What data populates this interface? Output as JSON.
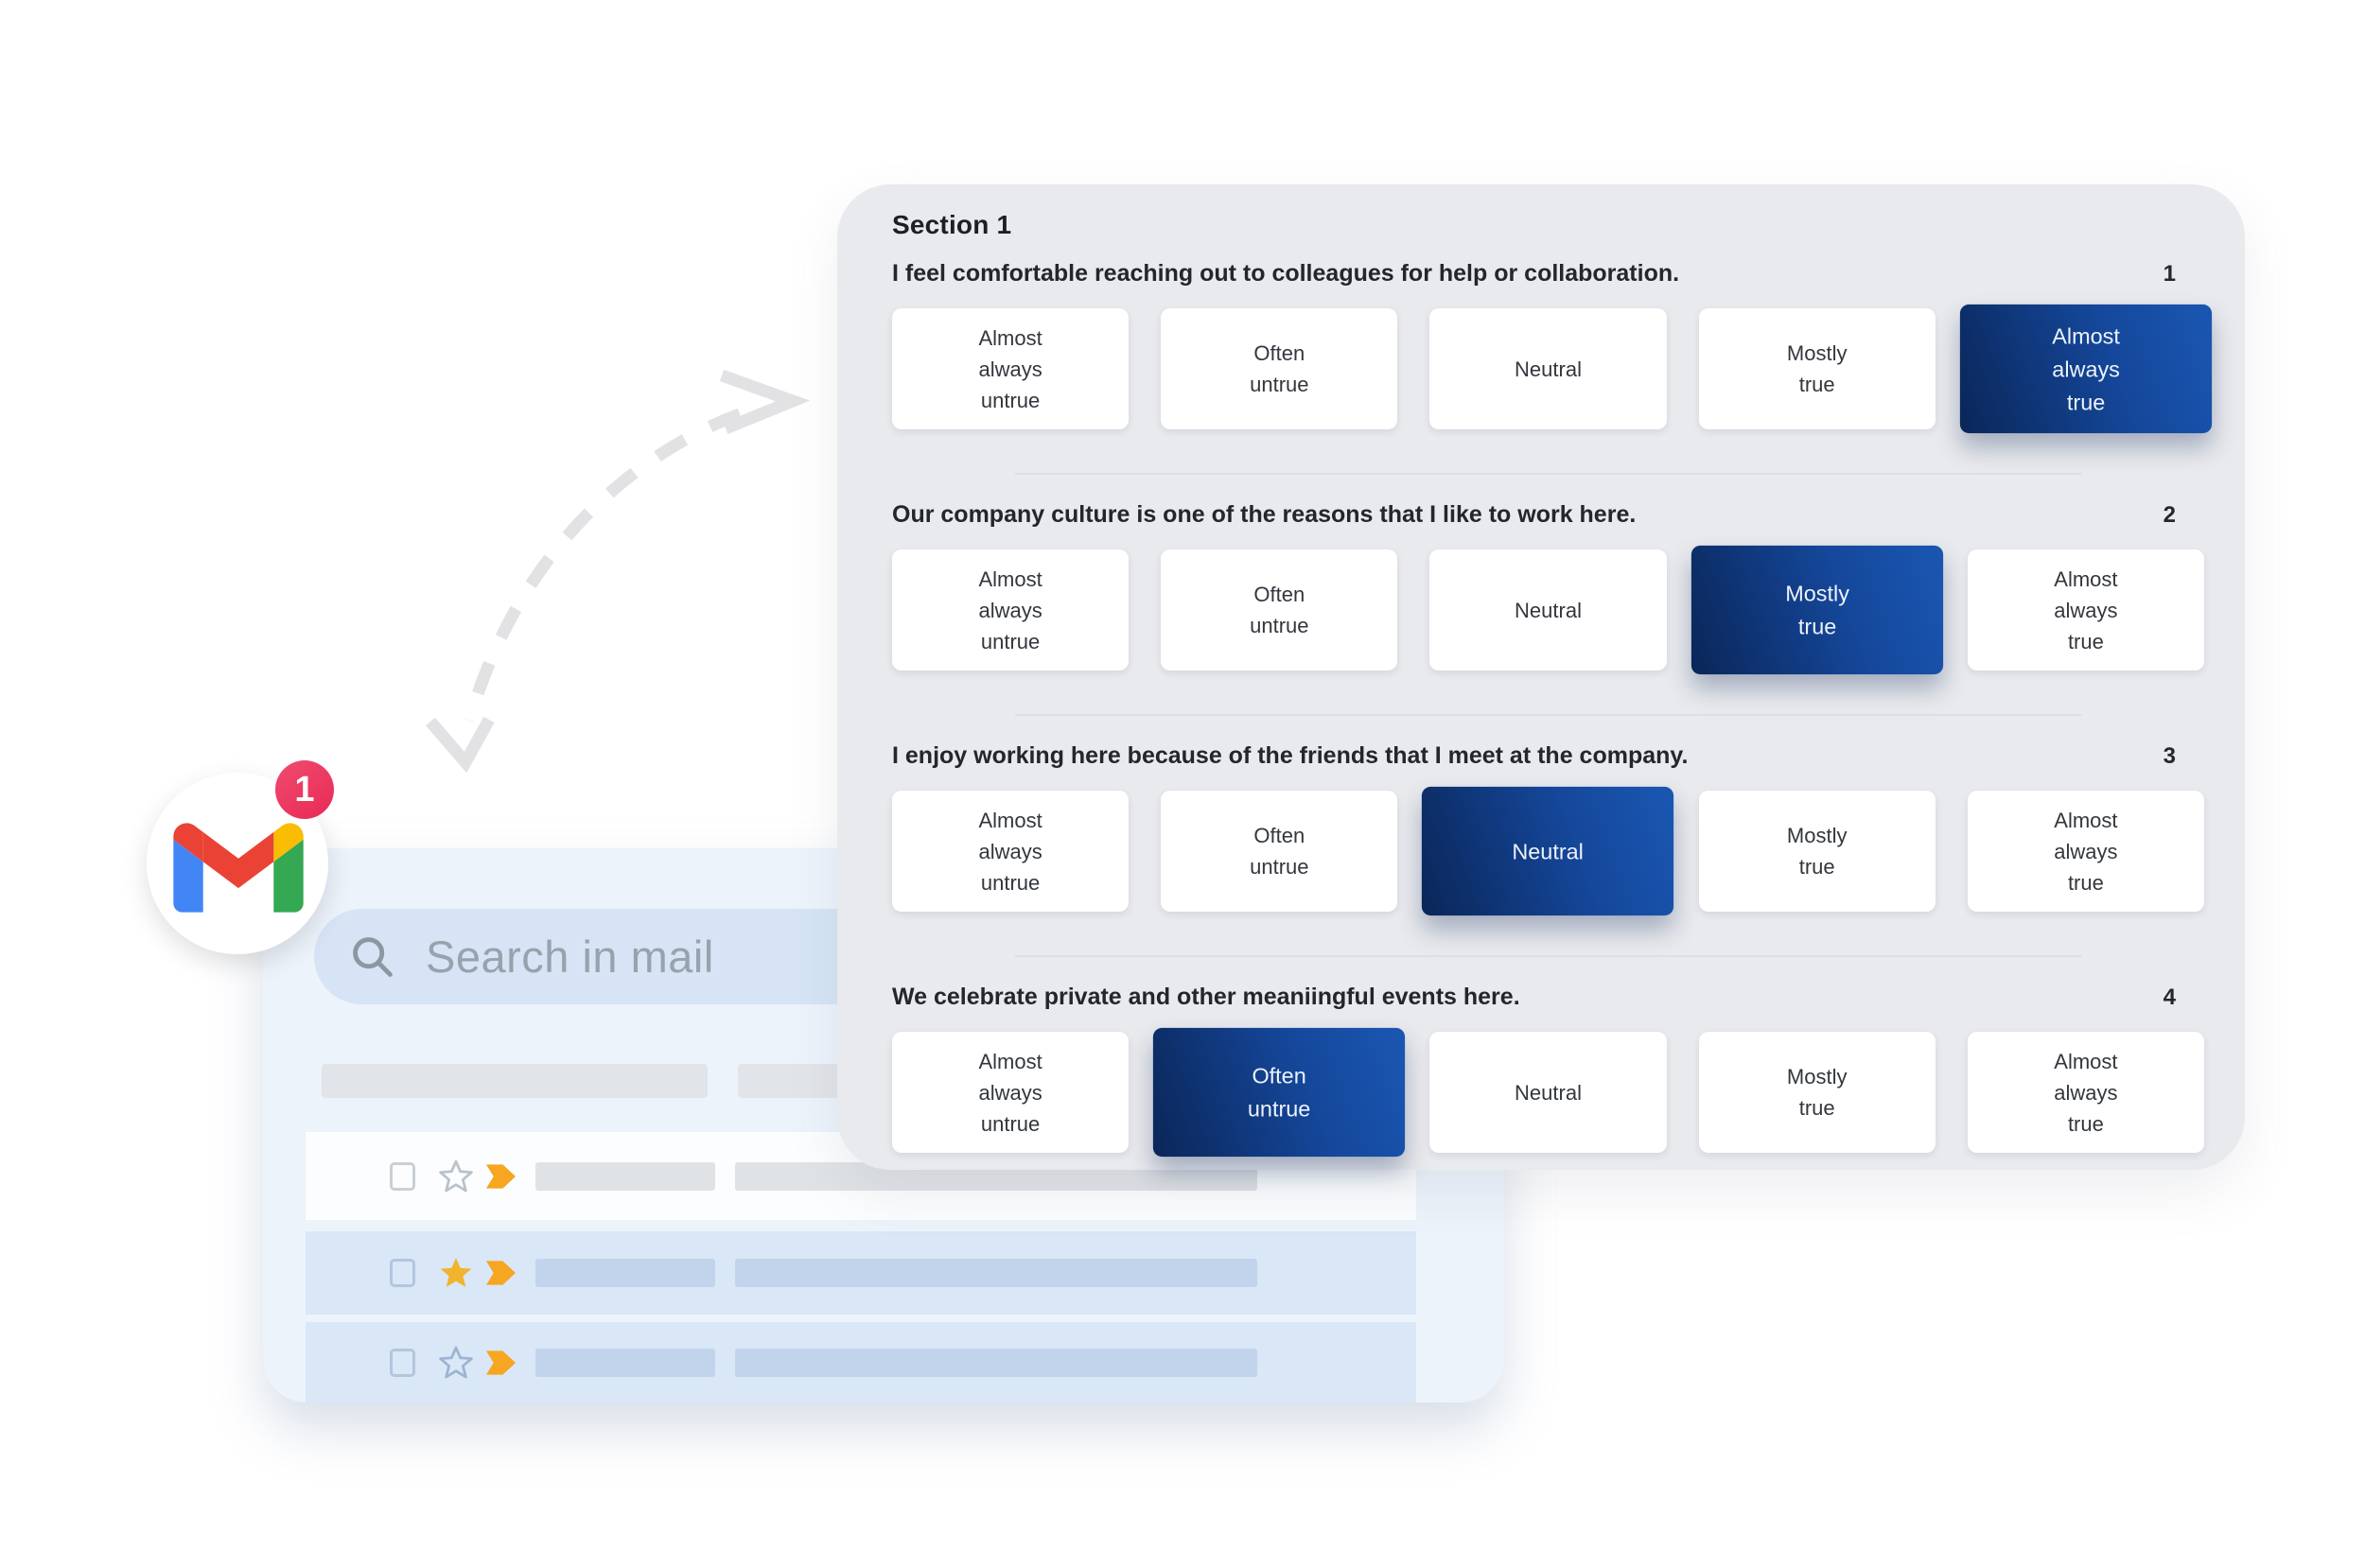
{
  "survey": {
    "section_title": "Section 1",
    "options": [
      "Almost\nalways\nuntrue",
      "Often\nuntrue",
      "Neutral",
      "Mostly\ntrue",
      "Almost\nalways\ntrue"
    ],
    "questions": [
      {
        "number": "1",
        "text": "I feel comfortable reaching out to colleagues for help or collaboration.",
        "selected_index": 4
      },
      {
        "number": "2",
        "text": "Our company culture is one of the reasons that I like to work here.",
        "selected_index": 3
      },
      {
        "number": "3",
        "text": "I enjoy working here because of the friends that I meet at the company.",
        "selected_index": 2
      },
      {
        "number": "4",
        "text": "We celebrate private and other meaniingful events here.",
        "selected_index": 1
      }
    ],
    "selected_gradient": [
      "#0a2658",
      "#1a57b2"
    ],
    "panel_background": "#e9eaed"
  },
  "gmail": {
    "badge_count": "1",
    "search_placeholder": "Search in mail",
    "badge_color": "#e72a55",
    "logo_colors": {
      "red": "#ea4335",
      "blue": "#4285f4",
      "green": "#34a853",
      "yellow": "#fbbc04"
    },
    "icons": [
      "search-icon",
      "checkbox",
      "star-icon",
      "label-icon"
    ]
  }
}
